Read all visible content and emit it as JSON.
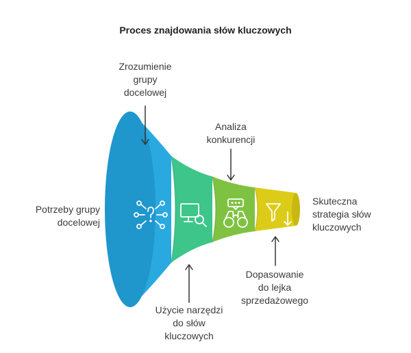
{
  "title": "Proces znajdowania słów kluczowych",
  "colors": {
    "stage1": "#29A9E0",
    "stage2": "#3DC58A",
    "stage3": "#7FC241",
    "stage4": "#DCCC17",
    "text": "#3a3a3a"
  },
  "input_label": [
    "Potrzeby grupy",
    "docelowej"
  ],
  "output_label": [
    "Skuteczna",
    "strategia słów",
    "kluczowych"
  ],
  "stages": [
    {
      "label": [
        "Zrozumienie",
        "grupy",
        "docelowej"
      ],
      "icon": "network-question-icon"
    },
    {
      "label": [
        "Użycie narzędzi",
        "do słów",
        "kluczowych"
      ],
      "icon": "monitor-search-icon"
    },
    {
      "label": [
        "Analiza",
        "konkurencji"
      ],
      "icon": "binoculars-icon"
    },
    {
      "label": [
        "Dopasowanie",
        "do lejka",
        "sprzedażowego"
      ],
      "icon": "funnel-down-icon"
    }
  ]
}
